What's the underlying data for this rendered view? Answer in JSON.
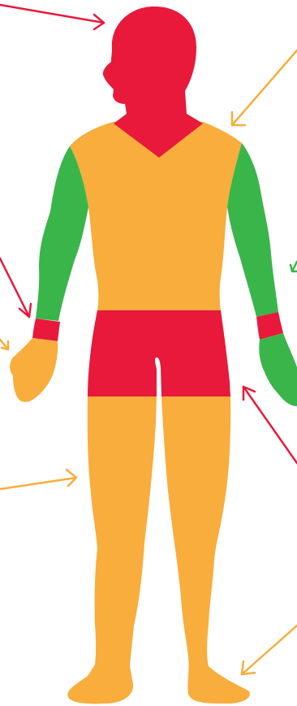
{
  "colors": {
    "background": "#ffffff",
    "red": "#e8193a",
    "orange": "#f8ad3c",
    "green": "#3ab54a"
  },
  "regions": {
    "head_neck": "red",
    "torso": "orange",
    "left_upper_limb": "green",
    "right_upper_limb": "green",
    "left_wrist": "red",
    "right_wrist": "red",
    "left_hand": "orange",
    "right_hand": "green",
    "pelvis": "red",
    "left_leg": "orange",
    "right_leg": "orange"
  },
  "arrows": [
    {
      "name": "arrow-to-head",
      "color": "red"
    },
    {
      "name": "arrow-to-shoulder",
      "color": "orange"
    },
    {
      "name": "arrow-to-left-wrist",
      "color": "red"
    },
    {
      "name": "arrow-to-left-hand",
      "color": "orange"
    },
    {
      "name": "arrow-to-right-arm",
      "color": "green"
    },
    {
      "name": "arrow-to-pelvis",
      "color": "red"
    },
    {
      "name": "arrow-to-left-thigh",
      "color": "orange"
    },
    {
      "name": "arrow-to-right-foot",
      "color": "orange"
    }
  ]
}
